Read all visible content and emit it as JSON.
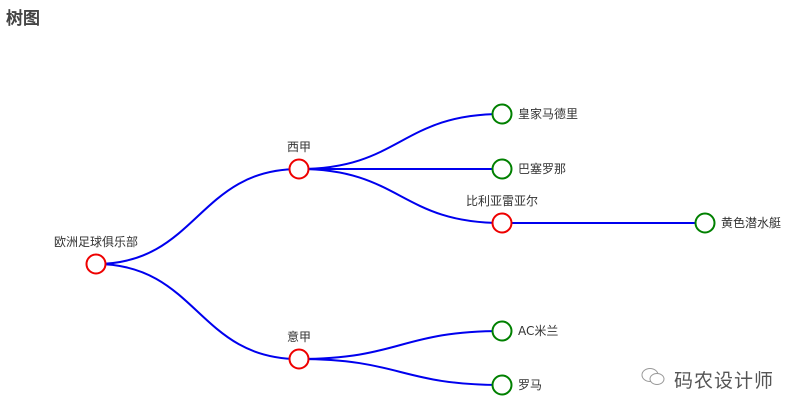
{
  "title": "树图",
  "watermark": "码农设计师",
  "colors": {
    "link": "#0000ee",
    "parent_node": "#ee0000",
    "leaf_node": "#008000"
  },
  "tree": {
    "name": "欧洲足球俱乐部",
    "children": [
      {
        "name": "西甲",
        "children": [
          {
            "name": "皇家马德里"
          },
          {
            "name": "巴塞罗那"
          },
          {
            "name": "比利亚雷亚尔",
            "children": [
              {
                "name": "黄色潜水艇"
              }
            ]
          }
        ]
      },
      {
        "name": "意甲",
        "children": [
          {
            "name": "AC米兰"
          },
          {
            "name": "罗马"
          }
        ]
      }
    ]
  }
}
